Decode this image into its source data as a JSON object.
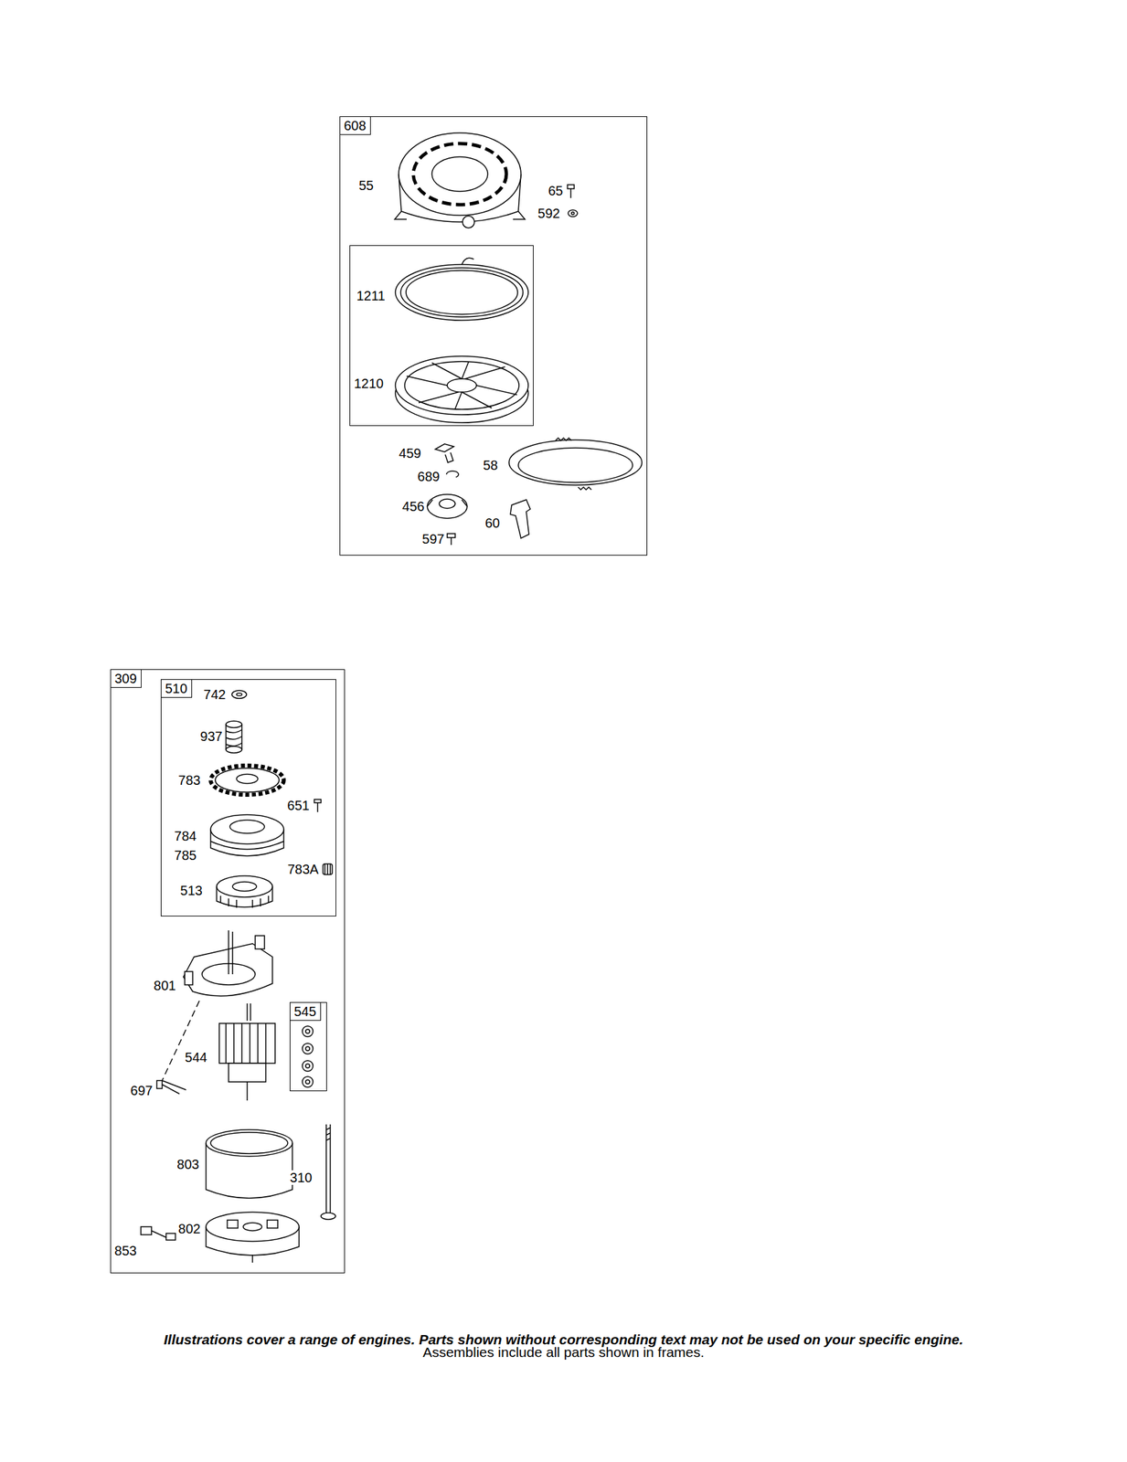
{
  "diagram": {
    "caption": "Illustrations cover a range of engines. Parts shown without corresponding text may not be used on your specific engine.",
    "nodes": [
      {
        "text": [
          "608"
        ]
      },
      {
        "text": [
          "1211",
          "1210"
        ],
        "in": 0
      },
      {
        "text": [
          "309"
        ]
      },
      {
        "text": [
          "510"
        ],
        "in": 2
      },
      {
        "text": [
          "545"
        ],
        "in": 2
      }
    ],
    "labels": [
      "55",
      "65",
      "592",
      "459",
      "689",
      "58",
      "456",
      "60",
      "597",
      "742",
      "937",
      "783",
      "651",
      "784",
      "785",
      "783A",
      "513",
      "801",
      "544",
      "697",
      "803",
      "310",
      "802",
      "853",
      "Assemblies include all parts shown in frames."
    ]
  }
}
